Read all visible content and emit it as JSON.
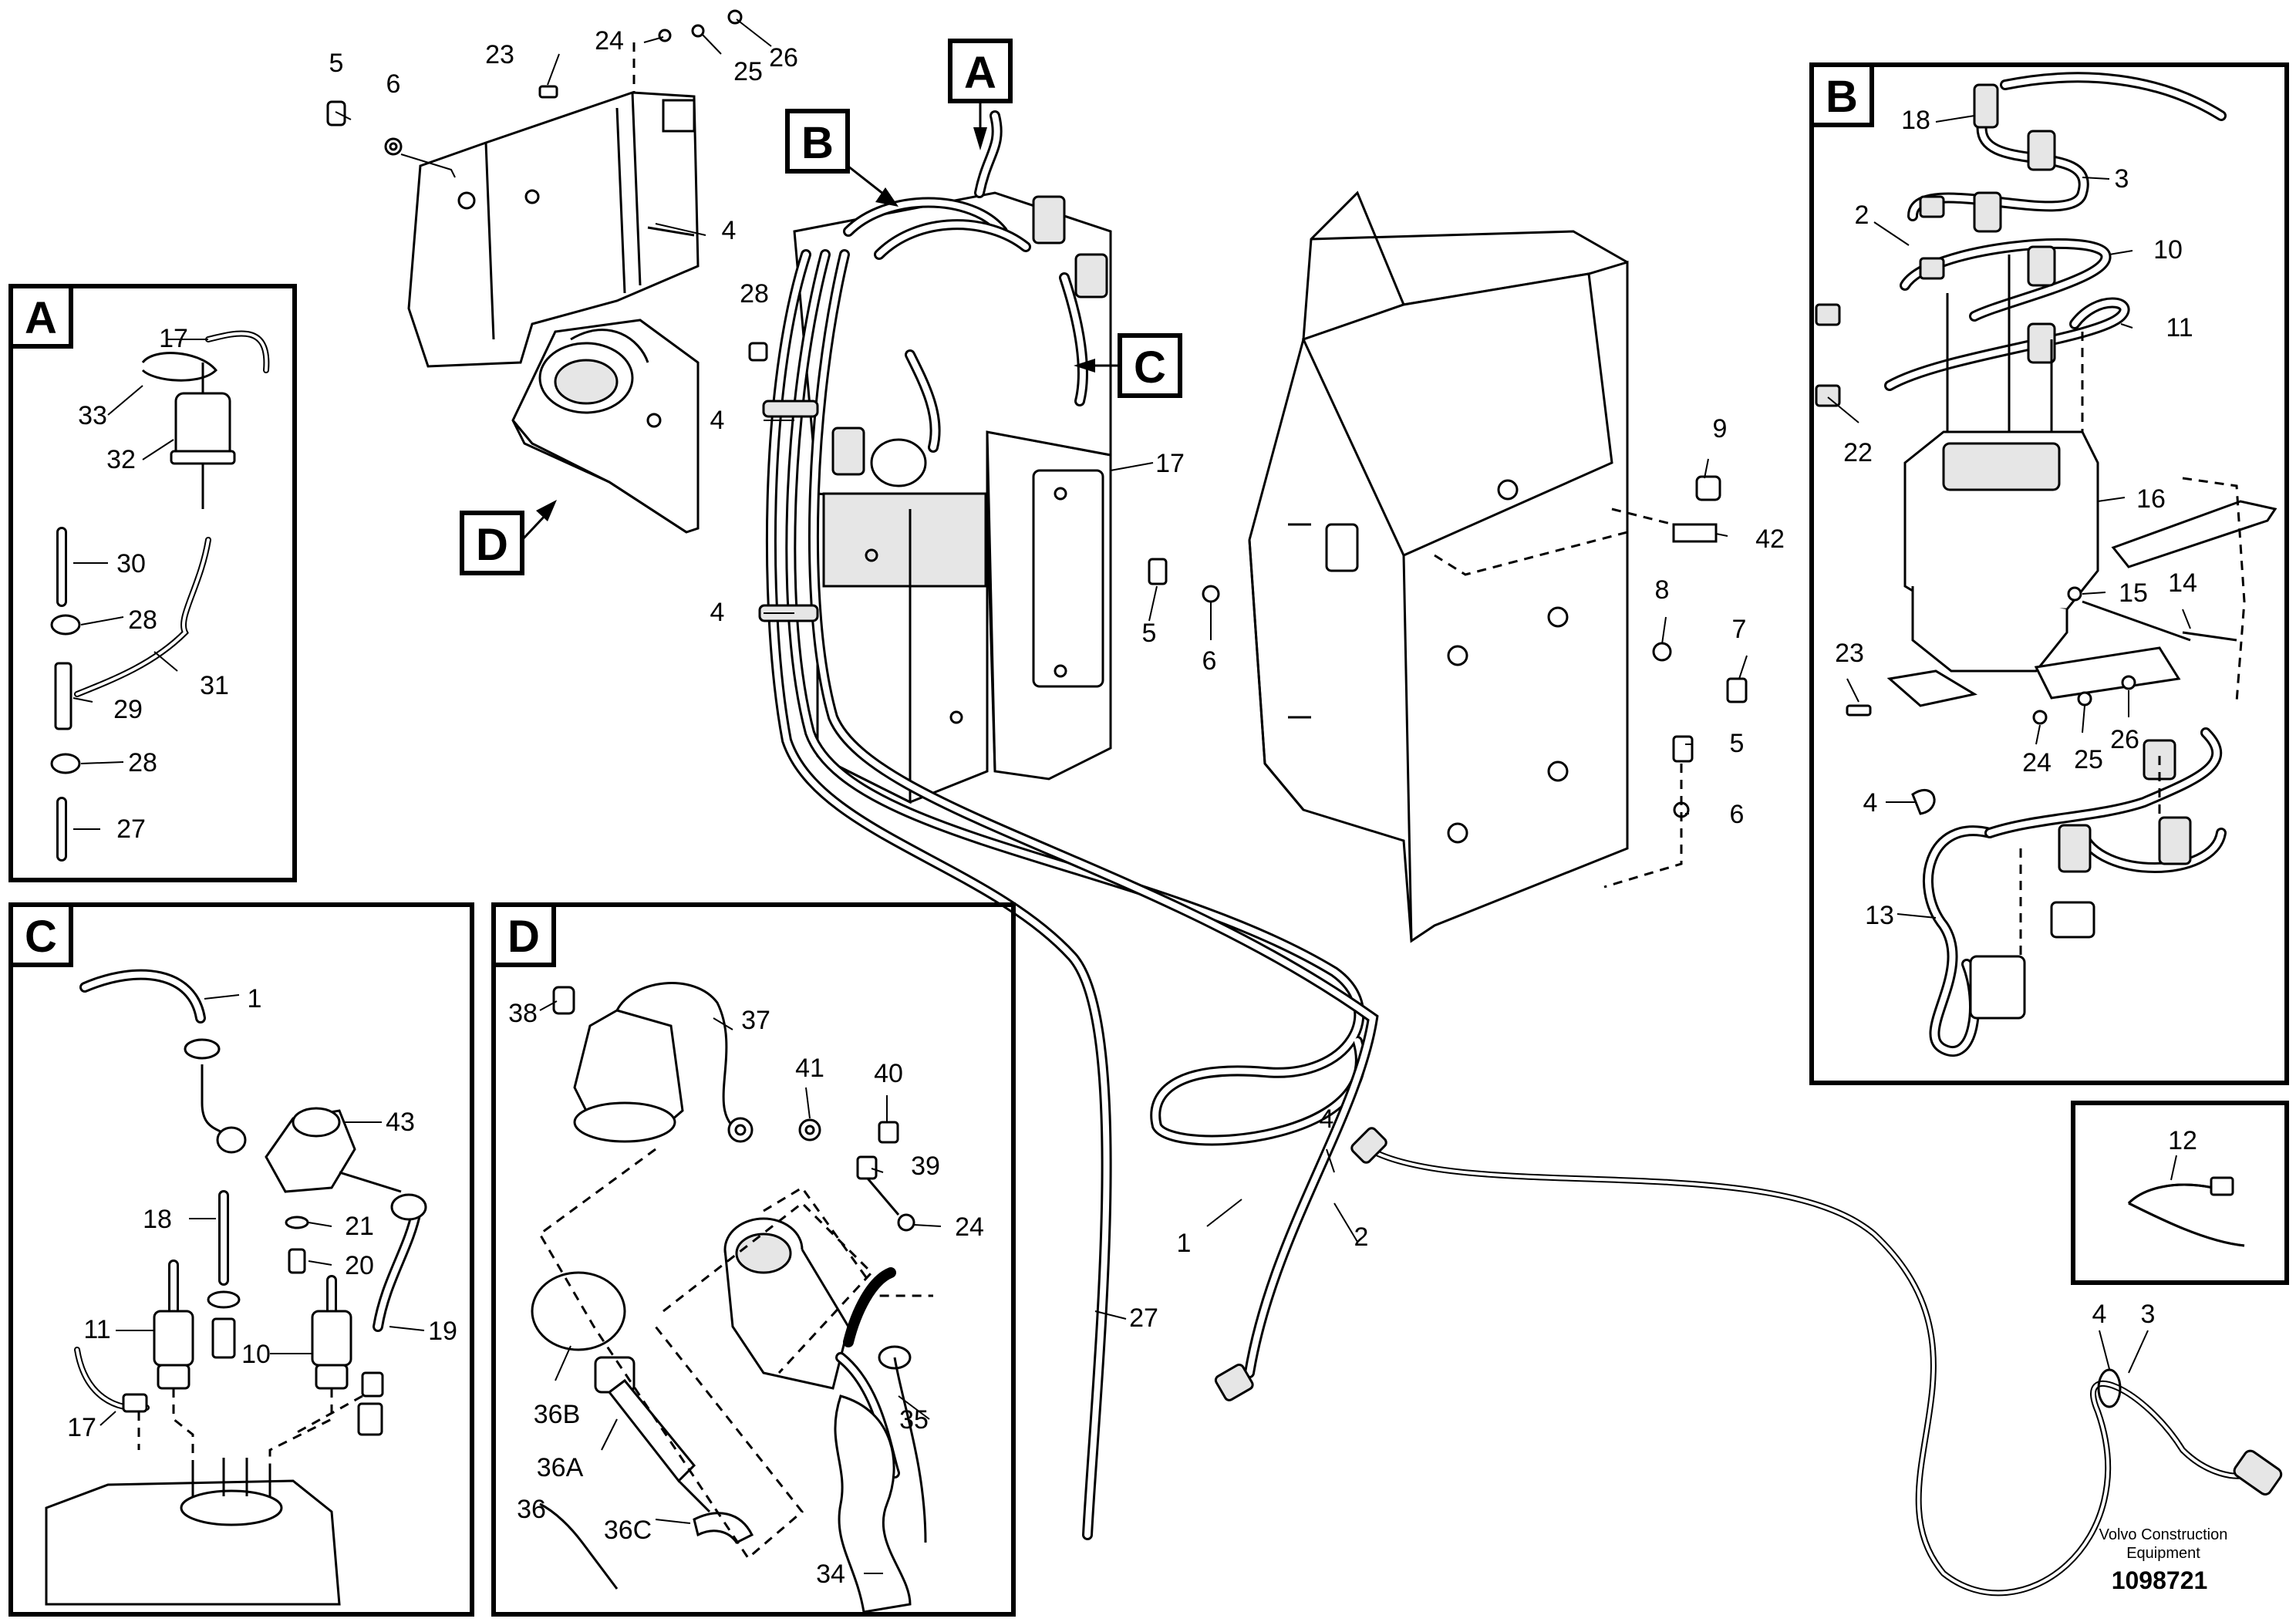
{
  "sections": {
    "main": {
      "callouts": [
        "A",
        "B",
        "C",
        "D"
      ],
      "labels": [
        "5",
        "6",
        "23",
        "24",
        "25",
        "26",
        "4",
        "28",
        "4",
        "4",
        "17",
        "5",
        "6",
        "9",
        "42",
        "8",
        "7",
        "5",
        "6",
        "4",
        "2",
        "1",
        "27"
      ]
    },
    "a": {
      "title": "A",
      "labels": [
        "17",
        "33",
        "32",
        "30",
        "28",
        "31",
        "29",
        "28",
        "27"
      ]
    },
    "b": {
      "title": "B",
      "labels": [
        "18",
        "3",
        "2",
        "10",
        "11",
        "22",
        "16",
        "15",
        "14",
        "23",
        "24",
        "25",
        "26",
        "4",
        "13"
      ]
    },
    "c": {
      "title": "C",
      "labels": [
        "1",
        "43",
        "18",
        "21",
        "20",
        "19",
        "11",
        "10",
        "17"
      ]
    },
    "d": {
      "title": "D",
      "labels": [
        "38",
        "37",
        "41",
        "40",
        "39",
        "24",
        "36B",
        "36A",
        "36C",
        "36",
        "35",
        "34"
      ]
    },
    "tie": {
      "labels": [
        "12"
      ]
    },
    "hose_end": {
      "labels": [
        "4",
        "3"
      ]
    }
  },
  "footer": {
    "brand_line1": "Volvo Construction",
    "brand_line2": "Equipment",
    "doc_number": "1098721"
  }
}
